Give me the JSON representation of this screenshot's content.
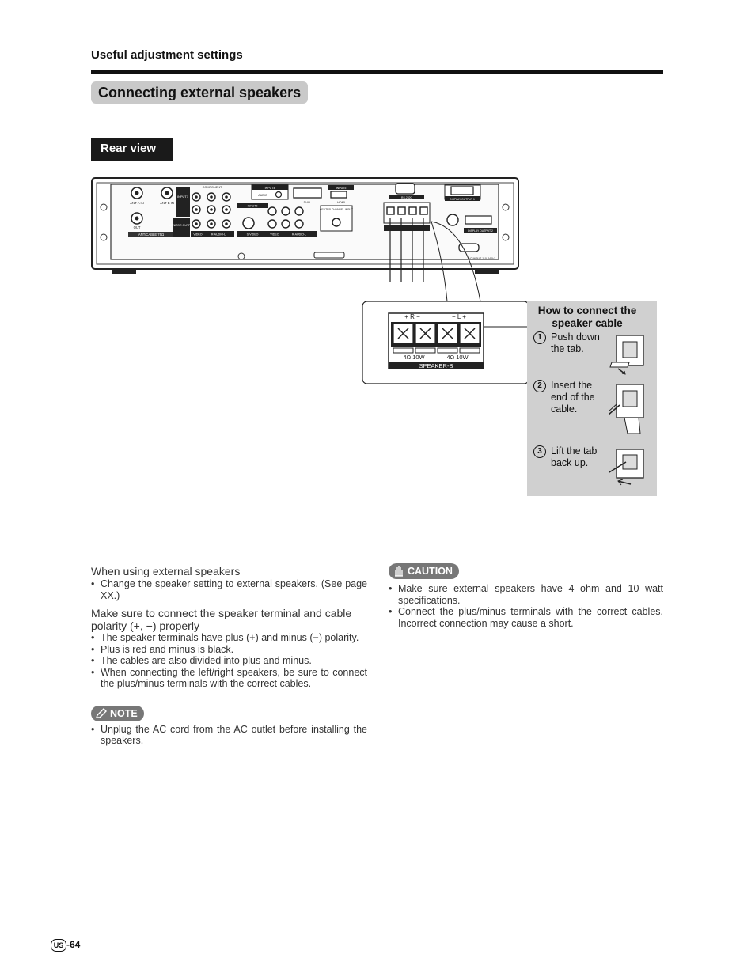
{
  "section_header": "Useful adjustment settings",
  "title": "Connecting external speakers",
  "rear_view_label": "Rear view",
  "panel_labels": {
    "ant_a_in": "ANT-A IN",
    "ant_b_in": "ANT-B IN",
    "out": "OUT",
    "ant_cable": "ANT/CABLE 75Ω",
    "input1": "INPUT1",
    "component": "COMPONENT",
    "monitor_output": "MONITOR OUTPUT",
    "video": "VIDEO",
    "r_audio_l": "R-AUDIO-L",
    "input2": "INPUT2",
    "s_video": "S-VIDEO",
    "input4": "INPUT4",
    "audio": "AUDIO",
    "input5": "INPUT5",
    "dvi": "DVI-I",
    "hdmi": "HDMI",
    "center_channel_input": "CENTER CHANNEL INPUT",
    "rs232c": "RS-232C",
    "display_output1": "DISPLAY OUTPUT 1",
    "display_output2": "DISPLAY OUTPUT 2",
    "ac_input": "AC INPUT 110-240V"
  },
  "speaker_block": {
    "polarity_r": "+  R  −",
    "polarity_l": "−  L  +",
    "rating_left": "4Ω 10W",
    "rating_right": "4Ω 10W",
    "label": "SPEAKER-B"
  },
  "howto": {
    "title": "How to connect the speaker cable",
    "steps": [
      {
        "num": "1",
        "text": "Push down the tab."
      },
      {
        "num": "2",
        "text": "Insert the end of the cable."
      },
      {
        "num": "3",
        "text": "Lift the tab back up."
      }
    ]
  },
  "left_column": {
    "lead1": "When using external speakers",
    "bullets1": [
      "Change the speaker setting to external speakers. (See page XX.)"
    ],
    "lead2": "Make sure to connect the speaker terminal and cable polarity (+, −) properly",
    "bullets2": [
      "The speaker terminals have plus (+) and minus (−) polarity.",
      "Plus is red and minus is black.",
      "The cables are also divided into plus and minus.",
      "When connecting the left/right speakers, be sure to connect the plus/minus terminals with the correct cables."
    ],
    "note_label": "NOTE",
    "note_bullets": [
      "Unplug the AC cord from the AC outlet before installing the speakers."
    ]
  },
  "right_column": {
    "caution_label": "CAUTION",
    "caution_bullets": [
      "Make sure external speakers have 4 ohm and 10 watt specifications.",
      "Connect the plus/minus terminals with the correct cables. Incorrect connection may cause a short."
    ]
  },
  "page_number": {
    "region": "US",
    "number": "-64"
  }
}
